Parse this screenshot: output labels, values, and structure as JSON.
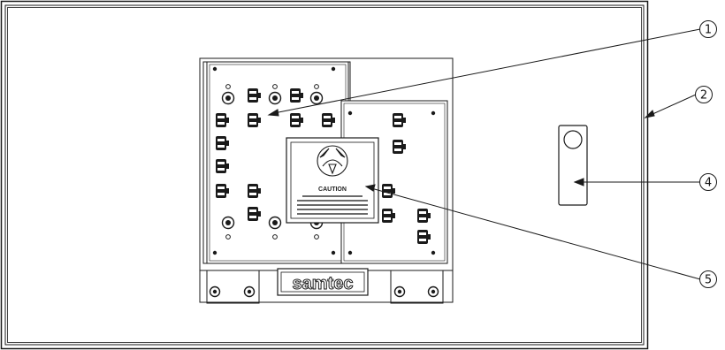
{
  "callouts": [
    {
      "id": "1",
      "label": "1"
    },
    {
      "id": "2",
      "label": "2"
    },
    {
      "id": "4",
      "label": "4"
    },
    {
      "id": "5",
      "label": "5"
    }
  ],
  "logo": {
    "text": "samtec"
  },
  "warning_label": {
    "title": "CAUTION"
  },
  "colors": {
    "line": "#1a1a1a",
    "background": "#ffffff"
  }
}
